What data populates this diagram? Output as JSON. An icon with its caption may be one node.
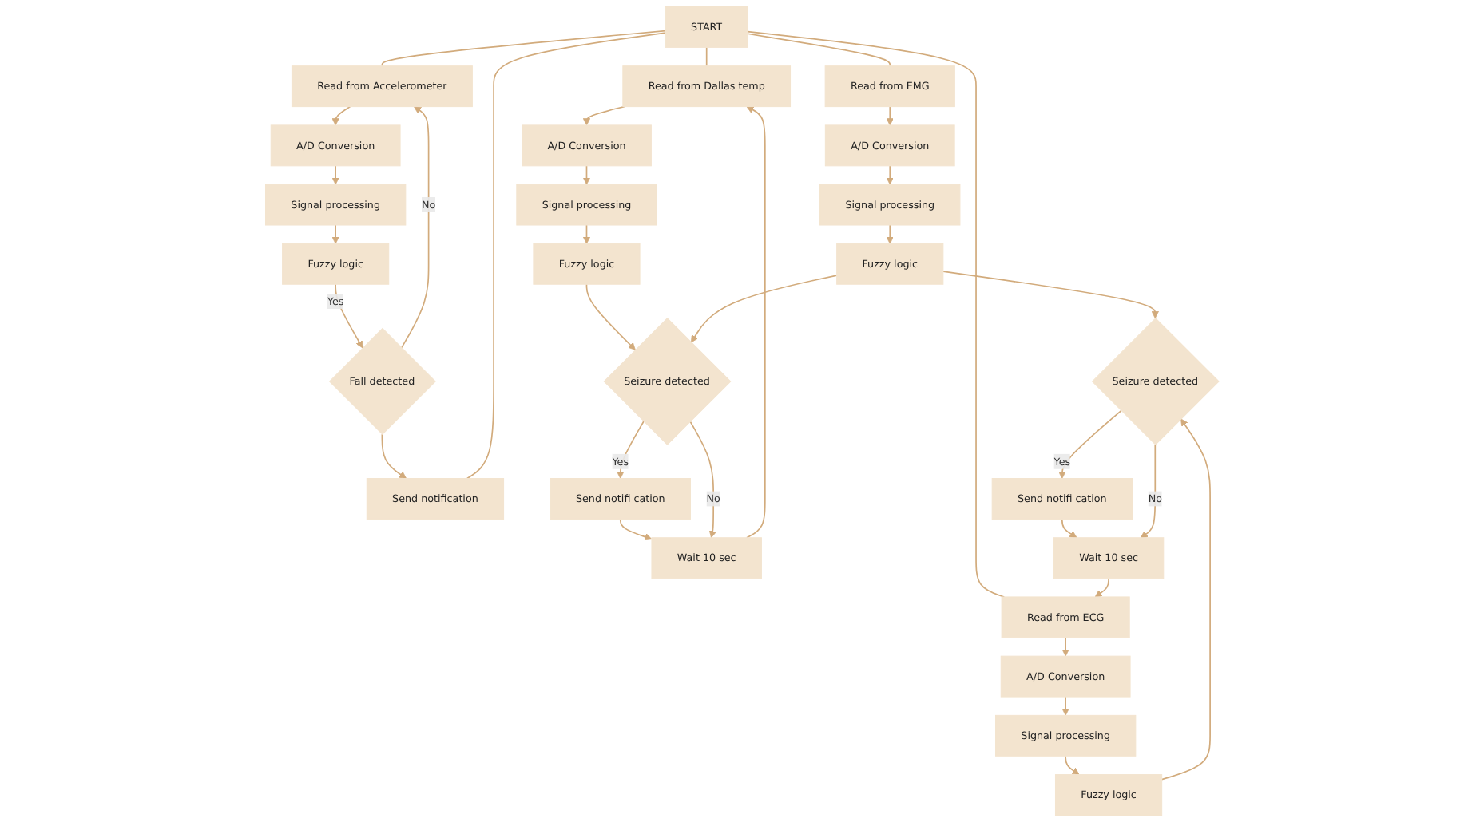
{
  "diagram": {
    "nodes": [
      {
        "text": [
          "START"
        ]
      },
      {
        "text": [
          "Read from Accelerometer"
        ]
      },
      {
        "text": [
          "A/D Conversion"
        ]
      },
      {
        "text": [
          "Signal processing"
        ]
      },
      {
        "text": [
          "Fuzzy logic"
        ]
      },
      {
        "text": [
          "Fall detected"
        ]
      },
      {
        "text": [
          "Send notification"
        ]
      },
      {
        "text": [
          "Read from Dallas temp"
        ]
      },
      {
        "text": [
          "A/D Conversion"
        ]
      },
      {
        "text": [
          "Signal processing"
        ]
      },
      {
        "text": [
          "Fuzzy logic"
        ]
      },
      {
        "text": [
          "Wait 10 sec"
        ]
      },
      {
        "text": [
          "Send notifi cation"
        ]
      },
      {
        "text": [
          "Read from EMG"
        ]
      },
      {
        "text": [
          "A/D Conversion"
        ]
      },
      {
        "text": [
          "Signal processing"
        ]
      },
      {
        "text": [
          "Fuzzy logic"
        ]
      },
      {
        "text": [
          "Send notifi cation"
        ]
      },
      {
        "text": [
          "Read from ECG"
        ]
      },
      {
        "text": [
          "A/D Conversion"
        ]
      },
      {
        "text": [
          "Signal processing"
        ]
      },
      {
        "text": [
          "Fuzzy logic"
        ]
      },
      {
        "text": [
          "Wait 10 sec"
        ]
      },
      {
        "text": [
          "Seizure detected"
        ]
      },
      {
        "text": [
          "Seizure detected"
        ]
      }
    ],
    "edges": [
      {
        "from": 0,
        "to": 1,
        "arrow": "none"
      },
      {
        "from": 0,
        "to": 7,
        "arrow": "none"
      },
      {
        "from": 0,
        "to": 13,
        "arrow": "none"
      },
      {
        "from": 0,
        "to": 18,
        "arrow": "none"
      },
      {
        "from": 1,
        "to": 2,
        "arrow": "to"
      },
      {
        "from": 2,
        "to": 3,
        "arrow": "to"
      },
      {
        "from": 3,
        "to": 4,
        "arrow": "to"
      },
      {
        "from": 4,
        "to": 5,
        "arrow": "to",
        "label": "Yes"
      },
      {
        "from": 5,
        "to": 6,
        "arrow": "to"
      },
      {
        "from": 5,
        "to": 1,
        "arrow": "to",
        "label": "No"
      },
      {
        "from": 6,
        "to": 0,
        "arrow": "none"
      },
      {
        "from": 7,
        "to": 8,
        "arrow": "to"
      },
      {
        "from": 8,
        "to": 9,
        "arrow": "to"
      },
      {
        "from": 9,
        "to": 10,
        "arrow": "to"
      },
      {
        "from": 10,
        "to": 23,
        "arrow": "to"
      },
      {
        "from": 23,
        "to": 12,
        "arrow": "to",
        "label": "Yes"
      },
      {
        "from": 12,
        "to": 11,
        "arrow": "to"
      },
      {
        "from": 11,
        "to": 7,
        "arrow": "to"
      },
      {
        "from": 23,
        "to": 11,
        "arrow": "to",
        "label": "No"
      },
      {
        "from": 13,
        "to": 14,
        "arrow": "to"
      },
      {
        "from": 14,
        "to": 15,
        "arrow": "to"
      },
      {
        "from": 15,
        "to": 16,
        "arrow": "to"
      },
      {
        "from": 16,
        "to": 23,
        "arrow": "to"
      },
      {
        "from": 16,
        "to": 24,
        "arrow": "to"
      },
      {
        "from": 24,
        "to": 17,
        "arrow": "to",
        "label": "Yes"
      },
      {
        "from": 17,
        "to": 22,
        "arrow": "to"
      },
      {
        "from": 22,
        "to": 18,
        "arrow": "to"
      },
      {
        "from": 24,
        "to": 22,
        "arrow": "to",
        "label": "No"
      },
      {
        "from": 18,
        "to": 19,
        "arrow": "to"
      },
      {
        "from": 19,
        "to": 20,
        "arrow": "to"
      },
      {
        "from": 20,
        "to": 21,
        "arrow": "to"
      },
      {
        "from": 21,
        "to": 24,
        "arrow": "to"
      }
    ]
  }
}
